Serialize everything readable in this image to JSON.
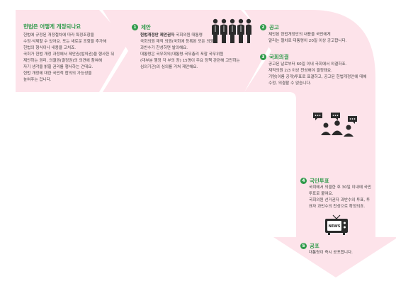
{
  "intro": {
    "title": "헌법은 어떻게 개정되나요",
    "lines": [
      "헌법에 규정된 개정절차에 따라 특정조항을",
      "수정·삭제할 수 있어요. 또는 새로운 조항을 추가해",
      "헌법의 형식이나 내용을 고치죠.",
      "국회가 헌법 개정 과정에서 제안권(발의권)을 행사한 뒤",
      "제안하는 권리, 의결권(결정권)의 의견에 참여해",
      "자기 생각을 밝힐 권리를 행사하는 건데요.",
      "헌법 개정에 대한 국민적 합의의 가능성을",
      "높여주는 겁니다."
    ]
  },
  "steps": [
    {
      "num": "1",
      "title": "제안",
      "lead_bold": "헌법개정안 제안권자",
      "lead_rest": " 국회의원·대통령",
      "lines": [
        "국회의원 재적 의원(국회에 등록된 모든 의원)",
        "과반수가 찬성하면 발의해요.",
        "대통령은 국무회의(대통령·국무총리 포함 국무위원",
        "(대부분 행정 각 부의 장) 15명이 주요 정책 관련해 고민하는",
        "심의기관)의 심의를 거쳐 제안해요."
      ]
    },
    {
      "num": "2",
      "title": "공고",
      "lines": [
        "제안된 헌법개정안의 내용을 국민에게",
        "알리는 절차로 대통령이 20일 이상 공고합니다."
      ]
    },
    {
      "num": "3",
      "title": "국회의결",
      "lines": [
        "공고된 날로부터 60일 이내 국회에서 의결하죠.",
        "재적의원 2/3 이상 찬성해야 결정돼요.",
        "기명(이름 공개)투표로 표결하고, 공고된 헌법개정안에 대해",
        "수정, 의결할 수 없습니다."
      ]
    },
    {
      "num": "4",
      "title": "국민투표",
      "lines": [
        "국회에서 의결한 후 30일 이내에 국민",
        "투표로 붙여요.",
        "국회의원 선거권자 과반수의 투표, 투",
        "표자 과반수의 찬성으로 확정되죠."
      ]
    },
    {
      "num": "5",
      "title": "공포",
      "lines": [
        "대통령이 즉시 공포합니다."
      ]
    }
  ],
  "tv_label": "NEWS",
  "colors": {
    "arrow_fill": "#fde3ea",
    "accent_green": "#2f9a4a",
    "icon_dark": "#2b2b2b"
  }
}
